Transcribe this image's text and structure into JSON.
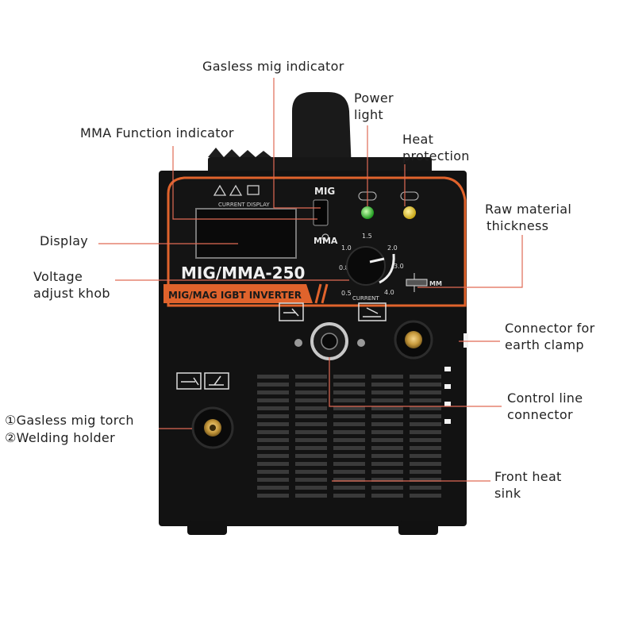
{
  "machine": {
    "model": "MIG/MMA-250",
    "subtitle": "MIG/MAG IGBT INVERTER",
    "mode_top": "MIG",
    "mode_bottom": "MMA",
    "current_display": "CURRENT DISPLAY",
    "knob_scale": [
      "0.5",
      "0.8",
      "1.0",
      "1.5",
      "2.0",
      "3.0",
      "4.0"
    ],
    "knob_caption": "CURRENT",
    "thickness_unit": "MM"
  },
  "callouts": {
    "gasless_mig_indicator": "Gasless mig indicator",
    "power_light": [
      "Power",
      "light"
    ],
    "heat_protection": [
      "Heat",
      "protection"
    ],
    "mma_function_indicator": "MMA Function indicator",
    "raw_material_thickness": [
      "Raw material",
      "thickness"
    ],
    "display": "Display",
    "voltage_adjust_knob": [
      "Voltage",
      "adjust khob"
    ],
    "connector_earth_clamp": [
      "Connector for",
      "earth clamp"
    ],
    "control_line_connector": [
      "Control line",
      "connector"
    ],
    "gasless_mig_torch": "①Gasless mig torch",
    "welding_holder": "②Welding holder",
    "front_heat_sink": [
      "Front heat",
      "sink"
    ]
  },
  "colors": {
    "accent_orange": "#e0632c",
    "body_black": "#121212",
    "leader_line": "#e06a55"
  }
}
